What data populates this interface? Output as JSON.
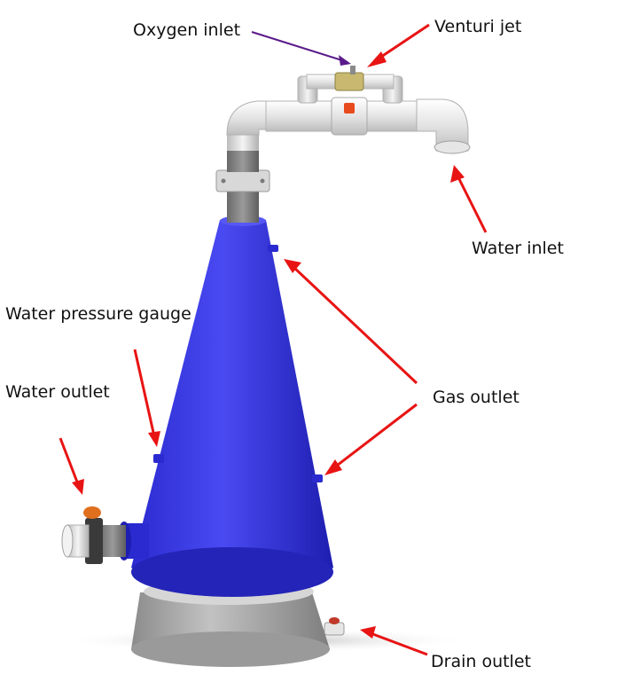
{
  "labels": {
    "oxygen_inlet": "Oxygen inlet",
    "venturi_jet": "Venturi jet",
    "water_inlet": "Water inlet",
    "water_pressure_gauge": "Water pressure gauge",
    "water_outlet": "Water outlet",
    "gas_outlet": "Gas outlet",
    "drain_outlet": "Drain outlet"
  },
  "colors": {
    "cone_blue": "#3333e0",
    "arrow_red": "#e81414",
    "arrow_purple": "#5a1a8a",
    "pipe_white": "#f2f2f2",
    "base_gray": "#a9a9a9"
  }
}
